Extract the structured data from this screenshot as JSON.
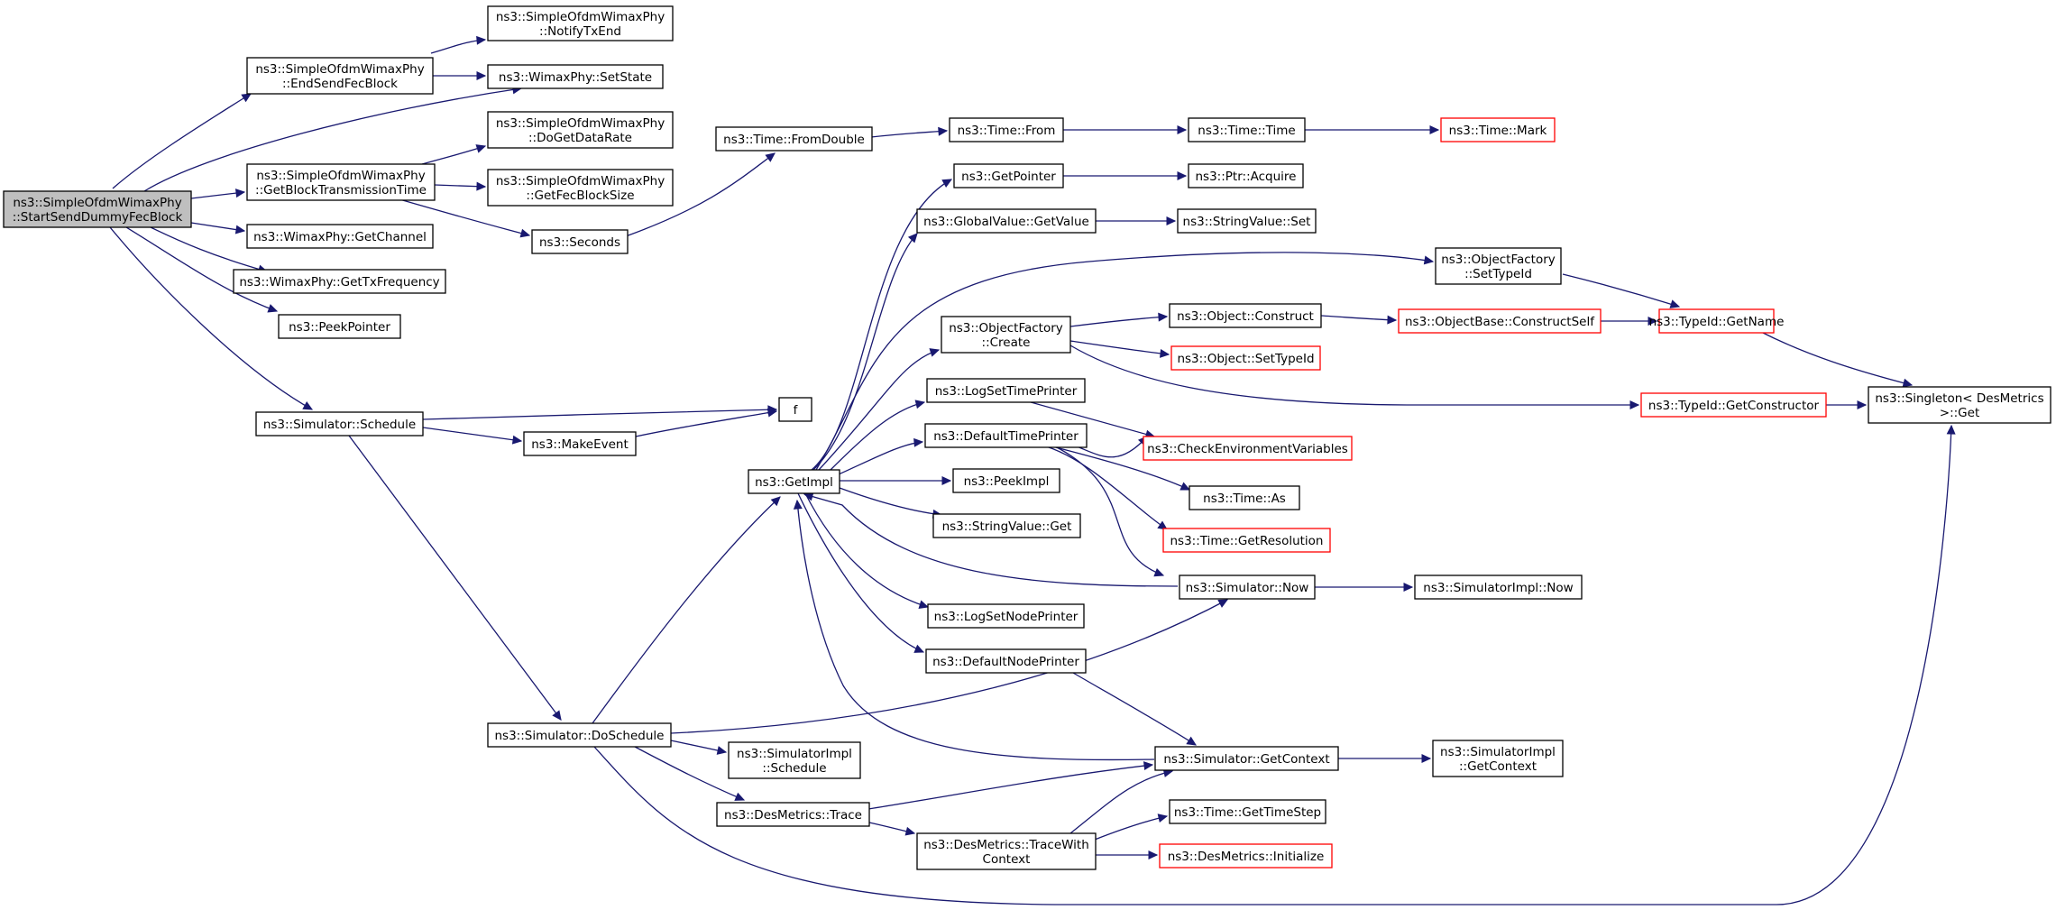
{
  "colors": {
    "edge": "#191970",
    "border": "#000000",
    "border_external": "#ff0000",
    "root_fill": "#bfbfbf",
    "node_fill": "#ffffff"
  },
  "nodes": {
    "start": [
      "ns3::SimpleOfdmWimaxPhy",
      "::StartSendDummyFecBlock"
    ],
    "endsend": [
      "ns3::SimpleOfdmWimaxPhy",
      "::EndSendFecBlock"
    ],
    "notify": [
      "ns3::SimpleOfdmWimaxPhy",
      "::NotifyTxEnd"
    ],
    "setstate": [
      "ns3::WimaxPhy::SetState"
    ],
    "getblock": [
      "ns3::SimpleOfdmWimaxPhy",
      "::GetBlockTransmissionTime"
    ],
    "dogetdata": [
      "ns3::SimpleOfdmWimaxPhy",
      "::DoGetDataRate"
    ],
    "getfec": [
      "ns3::SimpleOfdmWimaxPhy",
      "::GetFecBlockSize"
    ],
    "seconds": [
      "ns3::Seconds"
    ],
    "fromdouble": [
      "ns3::Time::FromDouble"
    ],
    "timefrom": [
      "ns3::Time::From"
    ],
    "timetime": [
      "ns3::Time::Time"
    ],
    "timemark": [
      "ns3::Time::Mark"
    ],
    "getchannel": [
      "ns3::WimaxPhy::GetChannel"
    ],
    "gettxfreq": [
      "ns3::WimaxPhy::GetTxFrequency"
    ],
    "peekpointer": [
      "ns3::PeekPointer"
    ],
    "schedule": [
      "ns3::Simulator::Schedule"
    ],
    "f": [
      "f"
    ],
    "makeevent": [
      "ns3::MakeEvent"
    ],
    "getimpl": [
      "ns3::GetImpl"
    ],
    "getpointer": [
      "ns3::GetPointer"
    ],
    "ptracquire": [
      "ns3::Ptr::Acquire"
    ],
    "globalvalue": [
      "ns3::GlobalValue::GetValue"
    ],
    "stringset": [
      "ns3::StringValue::Set"
    ],
    "ofsettypeid": [
      "ns3::ObjectFactory",
      "::SetTypeId"
    ],
    "ofcreate": [
      "ns3::ObjectFactory",
      "::Create"
    ],
    "objconstruct": [
      "ns3::Object::Construct"
    ],
    "constructself": [
      "ns3::ObjectBase::ConstructSelf"
    ],
    "typeidgetname": [
      "ns3::TypeId::GetName"
    ],
    "objsettypeid": [
      "ns3::Object::SetTypeId"
    ],
    "logsettime": [
      "ns3::LogSetTimePrinter"
    ],
    "checkenv": [
      "ns3::CheckEnvironmentVariables"
    ],
    "defaulttime": [
      "ns3::DefaultTimePrinter"
    ],
    "gettypeidctor": [
      "ns3::TypeId::GetConstructor"
    ],
    "singleton": [
      "ns3::Singleton< DesMetrics",
      " >::Get"
    ],
    "peekimpl": [
      "ns3::PeekImpl"
    ],
    "timeas": [
      "ns3::Time::As"
    ],
    "stringget": [
      "ns3::StringValue::Get"
    ],
    "getresolution": [
      "ns3::Time::GetResolution"
    ],
    "simnow": [
      "ns3::Simulator::Now"
    ],
    "simimplnow": [
      "ns3::SimulatorImpl::Now"
    ],
    "logsetnode": [
      "ns3::LogSetNodePrinter"
    ],
    "defaultnode": [
      "ns3::DefaultNodePrinter"
    ],
    "doschedule": [
      "ns3::Simulator::DoSchedule"
    ],
    "simimplschedule": [
      "ns3::SimulatorImpl",
      "::Schedule"
    ],
    "getcontext": [
      "ns3::Simulator::GetContext"
    ],
    "simimplgetcontext": [
      "ns3::SimulatorImpl",
      "::GetContext"
    ],
    "desmtrace": [
      "ns3::DesMetrics::Trace"
    ],
    "gettimestep": [
      "ns3::Time::GetTimeStep"
    ],
    "tracewith": [
      "ns3::DesMetrics::TraceWith",
      "Context"
    ],
    "desminit": [
      "ns3::DesMetrics::Initialize"
    ]
  }
}
